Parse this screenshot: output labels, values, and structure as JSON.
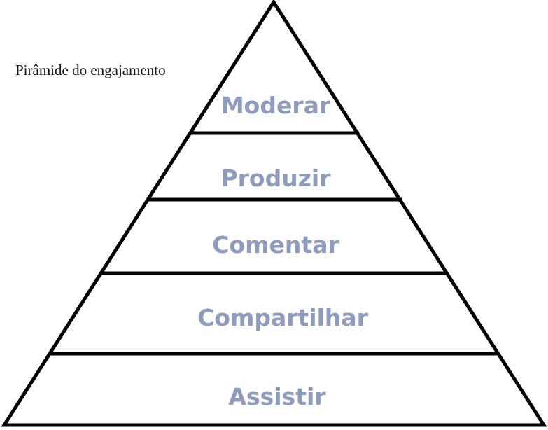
{
  "title": "Pirâmide do engajamento",
  "levels": [
    {
      "label": "Moderar"
    },
    {
      "label": "Produzir"
    },
    {
      "label": "Comentar"
    },
    {
      "label": "Compartilhar"
    },
    {
      "label": "Assistir"
    }
  ],
  "colors": {
    "outline": "#000000",
    "label": "#8e9bbd"
  }
}
